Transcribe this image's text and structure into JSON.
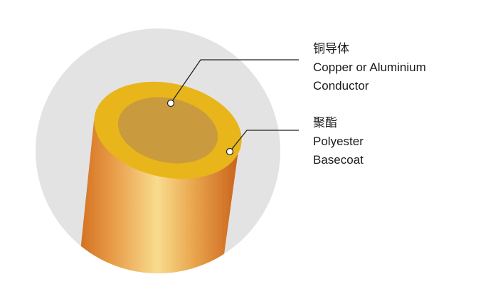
{
  "labels": {
    "conductor": {
      "chinese": "铜导体",
      "english_line1": "Copper or Aluminium",
      "english_line2": "Conductor"
    },
    "basecoat": {
      "chinese": "聚酯",
      "english_line1": "Polyester",
      "english_line2": "Basecoat"
    }
  },
  "colors": {
    "background_circle": "#e3e3e3",
    "conductor_core": "#c99a3e",
    "basecoat_ring": "#e8b51a",
    "wire_body_light": "#f7d98a",
    "wire_body_dark": "#cf6a1b",
    "leader_line": "#222222"
  }
}
